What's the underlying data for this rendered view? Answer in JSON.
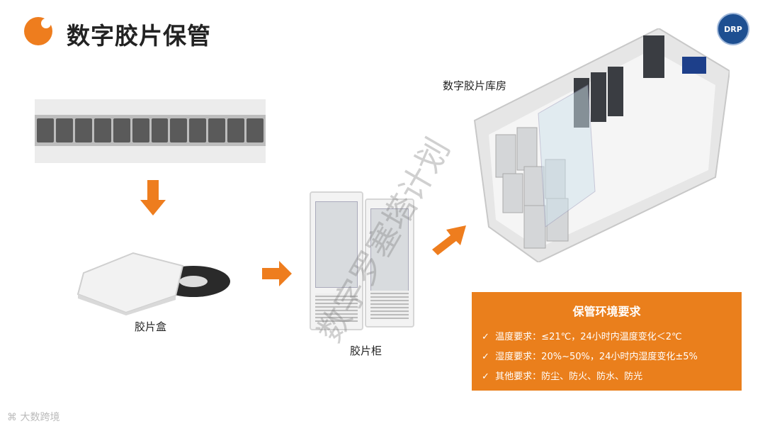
{
  "title": "数字胶片保管",
  "logo": {
    "text": "DRP"
  },
  "labels": {
    "film_box": "胶片盒",
    "film_cabinet": "胶片柜",
    "film_storage": "数字胶片库房"
  },
  "watermark": "数字罗塞塔计划",
  "requirements": {
    "title": "保管环境要求",
    "items": [
      {
        "check": "✓",
        "text": "温度要求：≤21℃，24小时内温度变化＜2℃"
      },
      {
        "check": "✓",
        "text": "湿度要求：20%~50%，24小时内湿度变化±5%"
      },
      {
        "check": "✓",
        "text": "其他要求：防尘、防火、防水、防光"
      }
    ]
  },
  "footer": "大数跨境",
  "colors": {
    "accent": "#ea7f1c",
    "logo": "#1d4f91"
  }
}
